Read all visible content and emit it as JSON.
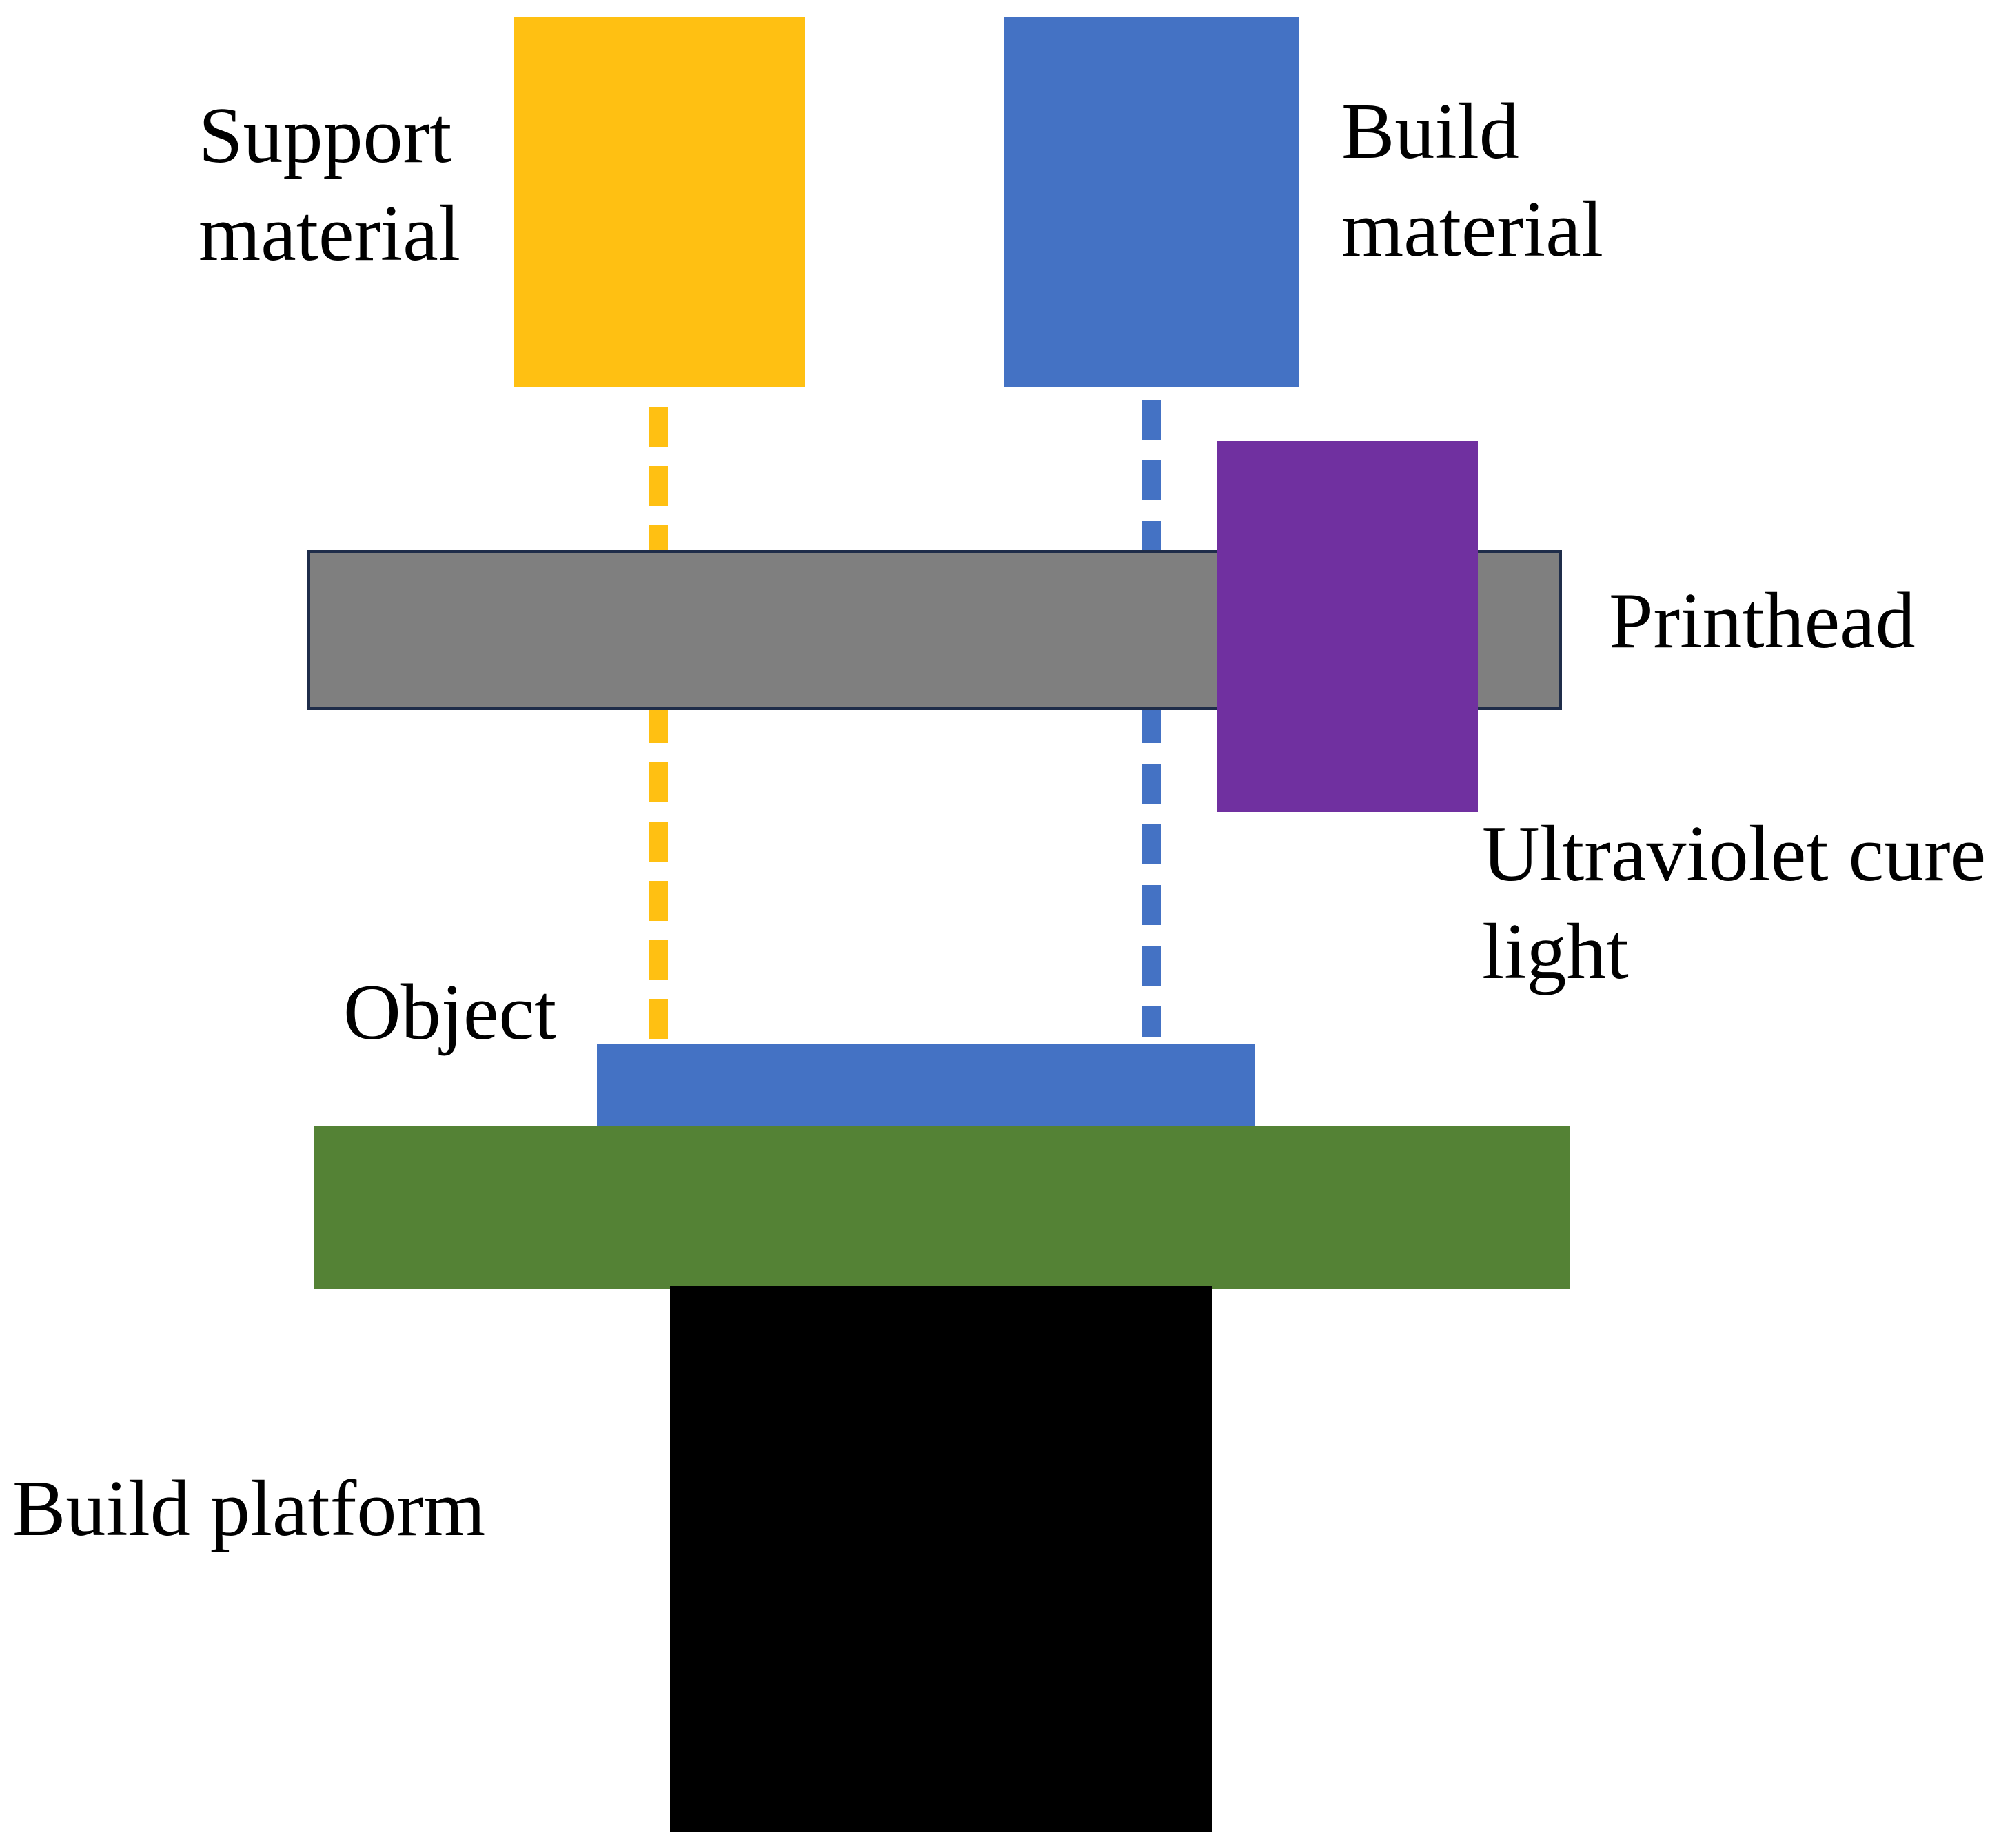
{
  "labels": {
    "support_material": [
      "Support",
      "material"
    ],
    "build_material": [
      "Build",
      "material"
    ],
    "printhead": "Printhead",
    "uv_light": [
      "Ultraviolet cure",
      "light"
    ],
    "object": "Object",
    "build_platform": "Build platform"
  },
  "colors": {
    "support_material": "#FFC012",
    "build_material": "#4472C4",
    "printhead": "#7F7F7F",
    "printhead_border": "#1F2D4A",
    "uv_light": "#7030A0",
    "object": "#4472C4",
    "platform_top": "#548235",
    "platform_base": "#000000"
  }
}
